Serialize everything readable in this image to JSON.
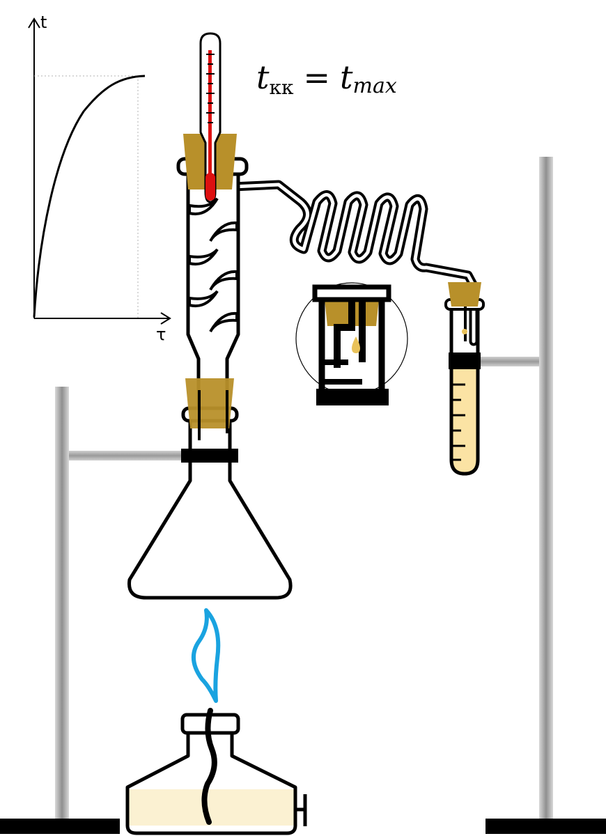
{
  "graph": {
    "y_axis_label": "t",
    "x_axis_label": "τ"
  },
  "formula": {
    "main": "t",
    "sub": "кк",
    "equals": "=",
    "rhs_main": "t",
    "rhs_sub": "max"
  },
  "colors": {
    "glass_outline": "#000000",
    "cork": "#b8902a",
    "mercury": "#dd1111",
    "flame": "#1aa3e0",
    "fuel": "#fbf1d2",
    "distillate": "#fbe3a4",
    "stand_rod": "#b0b0b0",
    "stand_base": "#000000",
    "drop": "#e9c25a"
  }
}
